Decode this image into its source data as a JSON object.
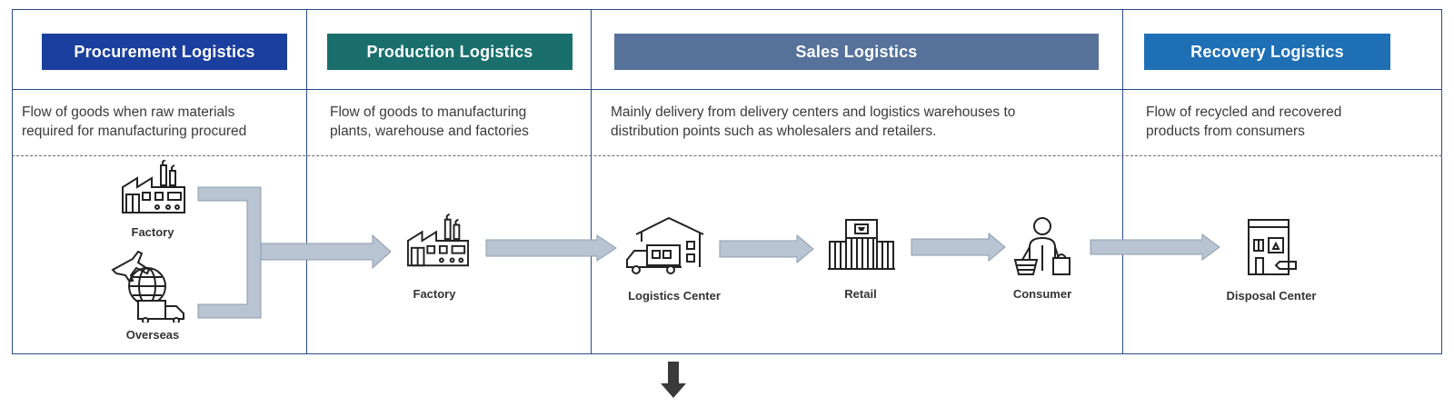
{
  "sections": [
    {
      "id": "procurement",
      "title": "Procurement Logistics",
      "color": "#1a3f9e",
      "description": [
        "Flow of goods when raw materials",
        "required for manufacturing procured"
      ]
    },
    {
      "id": "production",
      "title": "Production Logistics",
      "color": "#1a6f6d",
      "description": [
        "Flow of goods to manufacturing",
        "plants, warehouse and factories"
      ]
    },
    {
      "id": "sales",
      "title": "Sales Logistics",
      "color": "#56729a",
      "description": [
        "Mainly delivery from delivery centers and logistics warehouses to",
        "distribution points such as wholesalers and retailers."
      ]
    },
    {
      "id": "recovery",
      "title": "Recovery Logistics",
      "color": "#1f6fb4",
      "description": [
        "Flow of recycled and recovered",
        "products from consumers"
      ]
    }
  ],
  "nodes": {
    "procurement_factory": "Factory",
    "overseas": "Overseas",
    "production_factory": "Factory",
    "logistics_center": "Logistics Center",
    "retail": "Retail",
    "consumer": "Consumer",
    "disposal_center": "Disposal Center"
  },
  "colors": {
    "border": "#2b4a8b",
    "arrow": "#b8c4d1",
    "arrow_stroke": "#8d9cad",
    "down_arrow": "#3a3a3a"
  }
}
